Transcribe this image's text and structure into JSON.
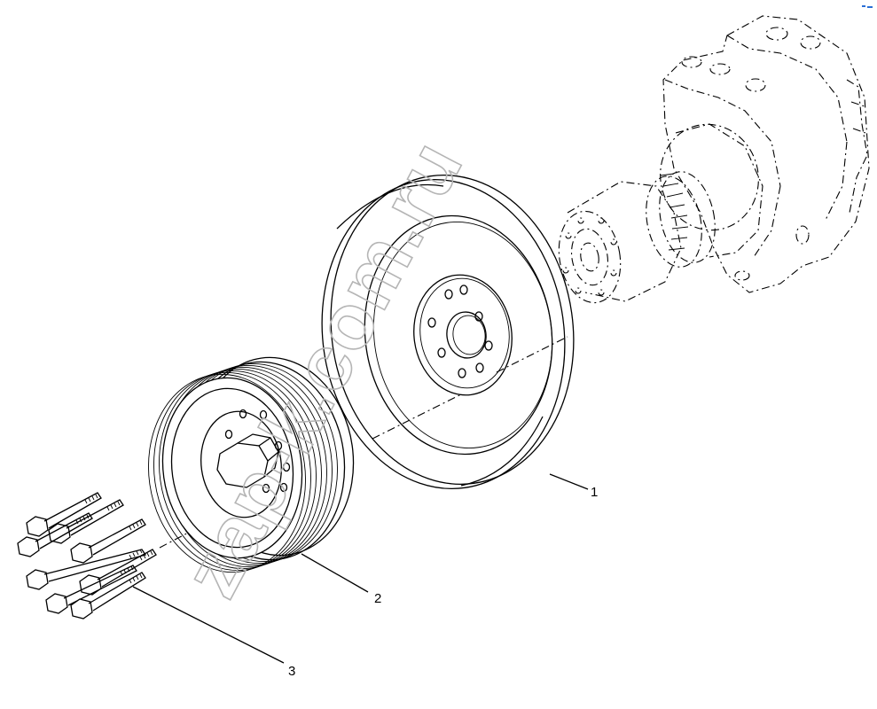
{
  "callouts": {
    "damper": "1",
    "pulley": "2",
    "bolts": "3"
  },
  "watermark": "zap-k.com.ru",
  "colors": {
    "line": "#000000",
    "background": "#ffffff",
    "watermark": "#b5b5b5",
    "corner_mark": "#2a6fd6"
  },
  "icons": {
    "corner_mark": "small-logo-mark"
  }
}
